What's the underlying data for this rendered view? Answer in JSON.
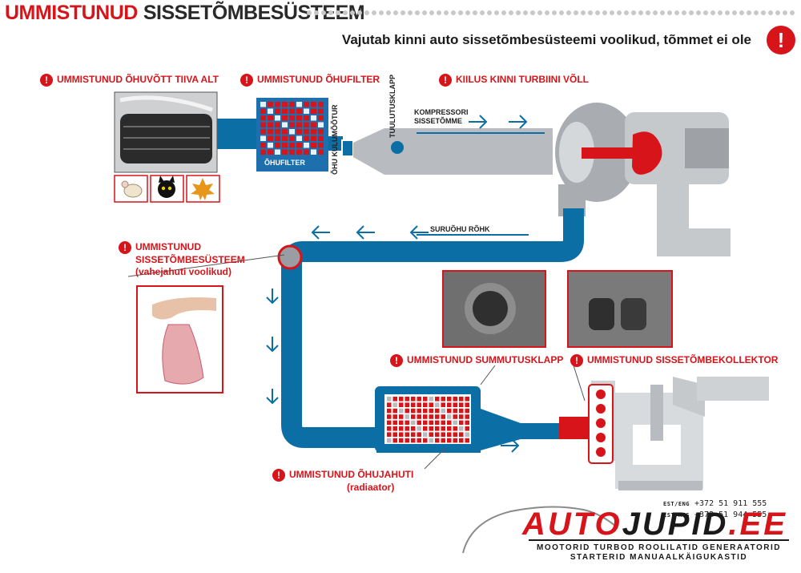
{
  "header": {
    "title_red": "UMMISTUNUD",
    "title_dark": "SISSETÕMBESÜSTEEM",
    "subtitle": "Vajutab kinni auto sissetõmbesüsteemi voolikud, tõmmet ei ole",
    "alert_glyph": "!"
  },
  "callouts": {
    "air_intake": "UMMISTUNUD ÕHUVÕTT TIIVA ALT",
    "air_filter": "UMMISTUNUD ÕHUFILTER",
    "turbine_shaft": "KIILUS KINNI TURBIINI VÕLL",
    "intake_system_line1": "UMMISTUNUD",
    "intake_system_line2": "SISSETÕMBESÜSTEEM",
    "intake_system_line3": "(vahejahuti voolikud)",
    "throttle": "UMMISTUNUD SUMMUTUSKLAPP",
    "manifold": "UMMISTUNUD SISSETÕMBEKOLLEKTOR",
    "intercooler_line1": "UMMISTUNUD ÕHUJAHUTI",
    "intercooler_line2": "(radiaator)"
  },
  "diagram_labels": {
    "filter_name": "ÕHUFILTER",
    "air_flow_meter": "ÕHU KULUMÕÕTUR",
    "blowoff_valve": "TUULUTUSKLAPP",
    "compressor_intake": "KOMPRESSORI SISSETÕMME",
    "boost_pressure": "SURUÕHU RÕHK"
  },
  "icons": [
    "mouse-icon",
    "black-cat-icon",
    "maple-leaf-icon",
    "warning-icon"
  ],
  "colors": {
    "accent_red": "#d7141a",
    "pipe_blue": "#0b6fa6",
    "pipe_gray": "#b8bcc0",
    "filter_blue": "#1e6fae"
  },
  "contact": {
    "line1_tag": "EST/ENG",
    "line1_phone": "+372 51 911 555",
    "line2_tag": "EST/RUS",
    "line2_phone": "+372 51 944 555"
  },
  "brand": {
    "name_red": "AUTO",
    "name_dark": "JUPID",
    "suffix": ".EE",
    "tagline_line1": "MOOTORID TURBOD ROOLILATID GENERAATORID",
    "tagline_line2": "STARTERID MANUAALKÄIGUKASTID"
  }
}
